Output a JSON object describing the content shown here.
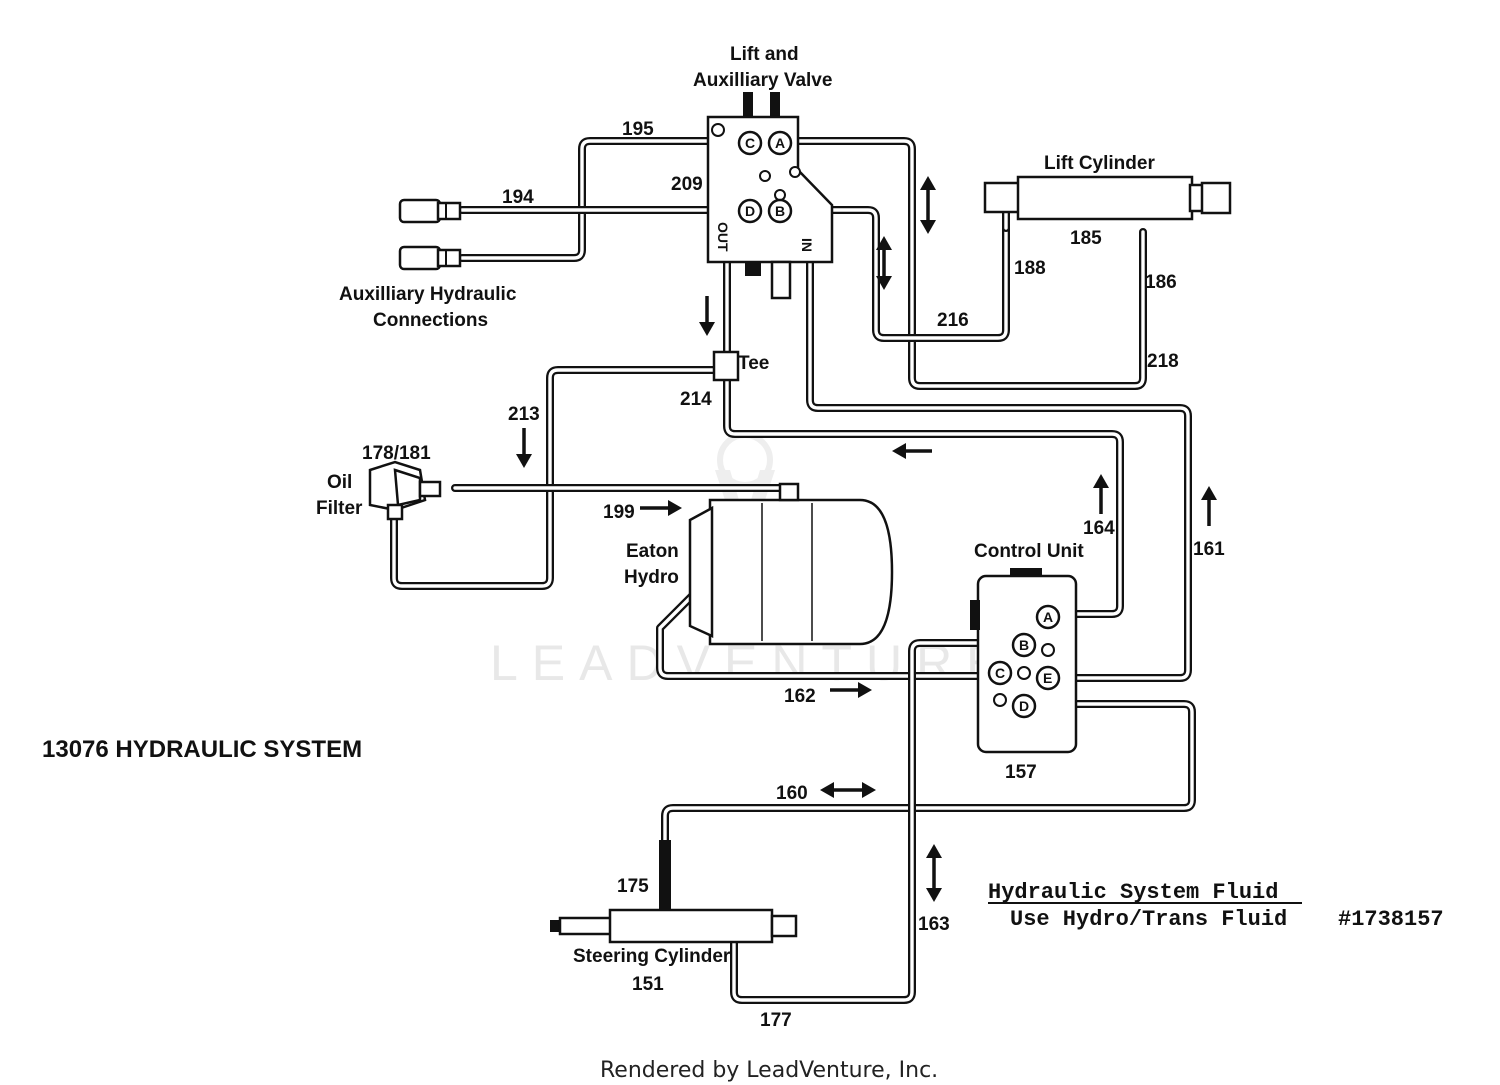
{
  "diagram_title": "13076 HYDRAULIC SYSTEM",
  "components": {
    "valve": {
      "name": "Lift and\nAuxilliary Valve",
      "line1": "Lift and",
      "line2": "Auxilliary Valve",
      "ref": "209",
      "ports": {
        "a": "A",
        "b": "B",
        "c": "C",
        "d": "D"
      },
      "out": "OUT",
      "in": "IN"
    },
    "lift_cylinder": {
      "name": "Lift Cylinder",
      "ref": "185"
    },
    "aux_connections": {
      "line1": "Auxilliary Hydraulic",
      "line2": "Connections"
    },
    "tee": {
      "name": "Tee",
      "ref": "214"
    },
    "oil_filter": {
      "line1": "Oil",
      "line2": "Filter",
      "ref": "178/181"
    },
    "eaton_hydro": {
      "line1": "Eaton",
      "line2": "Hydro"
    },
    "control_unit": {
      "name": "Control Unit",
      "ref": "157",
      "ports": {
        "a": "A",
        "b": "B",
        "c": "C",
        "d": "D",
        "e": "E"
      }
    },
    "steering_cylinder": {
      "name": "Steering Cylinder",
      "ref": "151"
    }
  },
  "hoses": {
    "h195": "195",
    "h194": "194",
    "h188": "188",
    "h186": "186",
    "h216": "216",
    "h218": "218",
    "h213": "213",
    "h199": "199",
    "h164": "164",
    "h161": "161",
    "h162": "162",
    "h160": "160",
    "h175": "175",
    "h163": "163",
    "h177": "177"
  },
  "fluid_note": {
    "line1": "Hydraulic System Fluid",
    "line2": "Use Hydro/Trans Fluid",
    "part": "#1738157"
  },
  "watermark": "LEADVENTURE",
  "footer": "Rendered by LeadVenture, Inc."
}
